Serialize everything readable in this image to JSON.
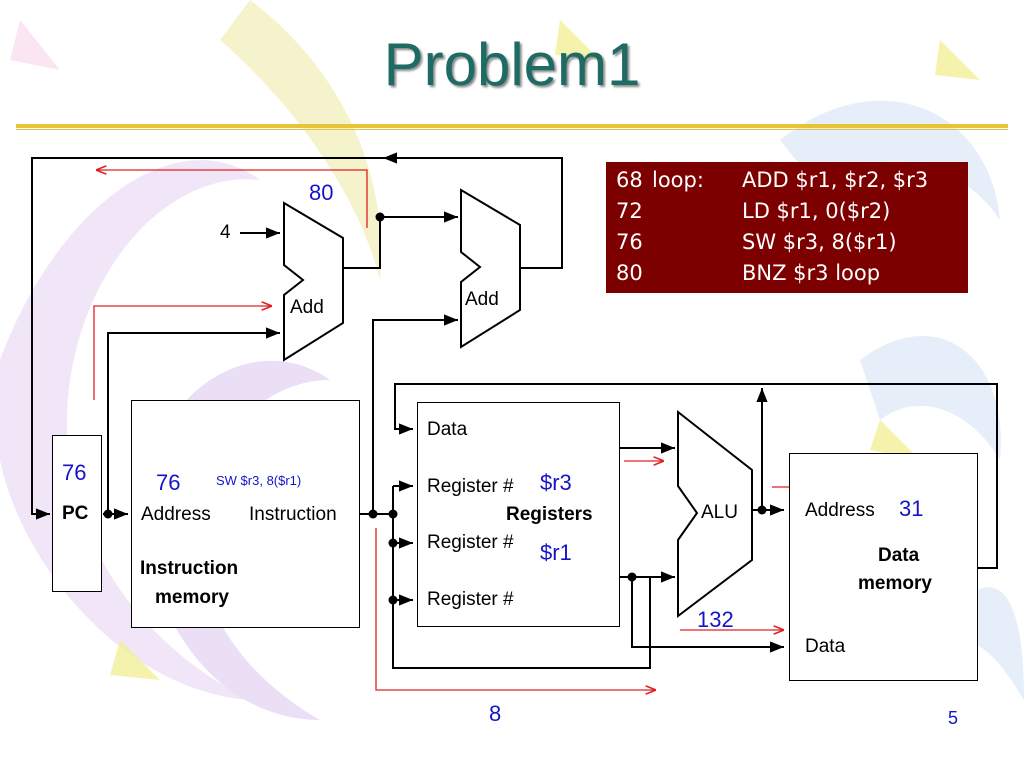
{
  "title": "Problem1",
  "page_number": "5",
  "code": [
    {
      "addr": "68",
      "label": "loop:",
      "instr": "ADD $r1, $r2, $r3"
    },
    {
      "addr": "72",
      "label": "",
      "instr": "LD $r1, 0($r2)"
    },
    {
      "addr": "76",
      "label": "",
      "instr": "SW $r3, 8($r1)"
    },
    {
      "addr": "80",
      "label": "",
      "instr": "BNZ $r3 loop"
    }
  ],
  "labels": {
    "four": "4",
    "add1": "Add",
    "add2": "Add",
    "pc": "PC",
    "address": "Address",
    "instruction": "Instruction",
    "instr_mem_line1": "Instruction",
    "instr_mem_line2": "memory",
    "data": "Data",
    "reg_num1": "Register #",
    "reg_num2": "Register #",
    "reg_num3": "Register #",
    "registers": "Registers",
    "alu": "ALU",
    "dm_address": "Address",
    "dm_data": "Data",
    "dm_line1": "Data",
    "dm_line2": "memory"
  },
  "annotations": {
    "next_pc": "80",
    "pc_value": "76",
    "address_value": "76",
    "current_instr": "SW $r3, 8($r1)",
    "reg_a": "$r3",
    "reg_b": "$r1",
    "alu_result": "31",
    "write_data": "132",
    "offset": "8"
  },
  "colors": {
    "title": "#1d6b63",
    "rule": "#e7c33a",
    "code_bg": "#7d0000",
    "annotation": "#1515c8",
    "flow_arrow": "#e02020"
  }
}
